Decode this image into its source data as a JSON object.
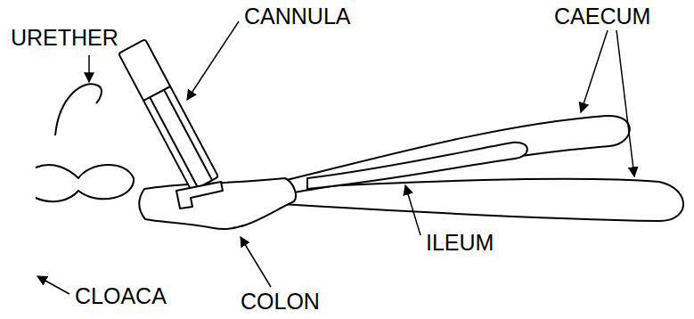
{
  "diagram": {
    "labels": [
      "URETHER",
      "CANNULA",
      "CAECUM",
      "CLOACA",
      "COLON",
      "ILEUM"
    ]
  }
}
